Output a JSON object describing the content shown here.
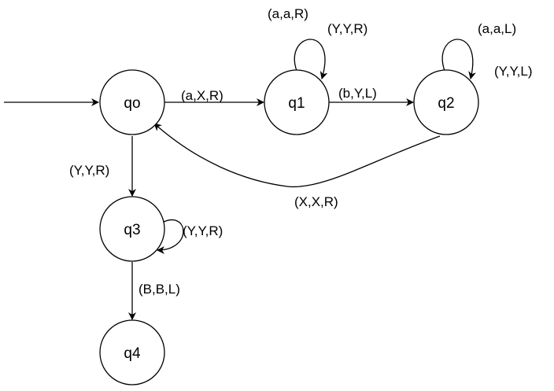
{
  "states": {
    "q0": "qo",
    "q1": "q1",
    "q2": "q2",
    "q3": "q3",
    "q4": "q4"
  },
  "transitions": {
    "q0_q1": "(a,X,R)",
    "q1_loop_top": "(a,a,R)",
    "q1_loop_right": "(Y,Y,R)",
    "q1_q2": "(b,Y,L)",
    "q2_loop_top": "(a,a,L)",
    "q2_loop_right": "(Y,Y,L)",
    "q2_q0": "(X,X,R)",
    "q0_q3": "(Y,Y,R)",
    "q3_loop": "(Y,Y,R)",
    "q3_q4": "(B,B,L)"
  }
}
